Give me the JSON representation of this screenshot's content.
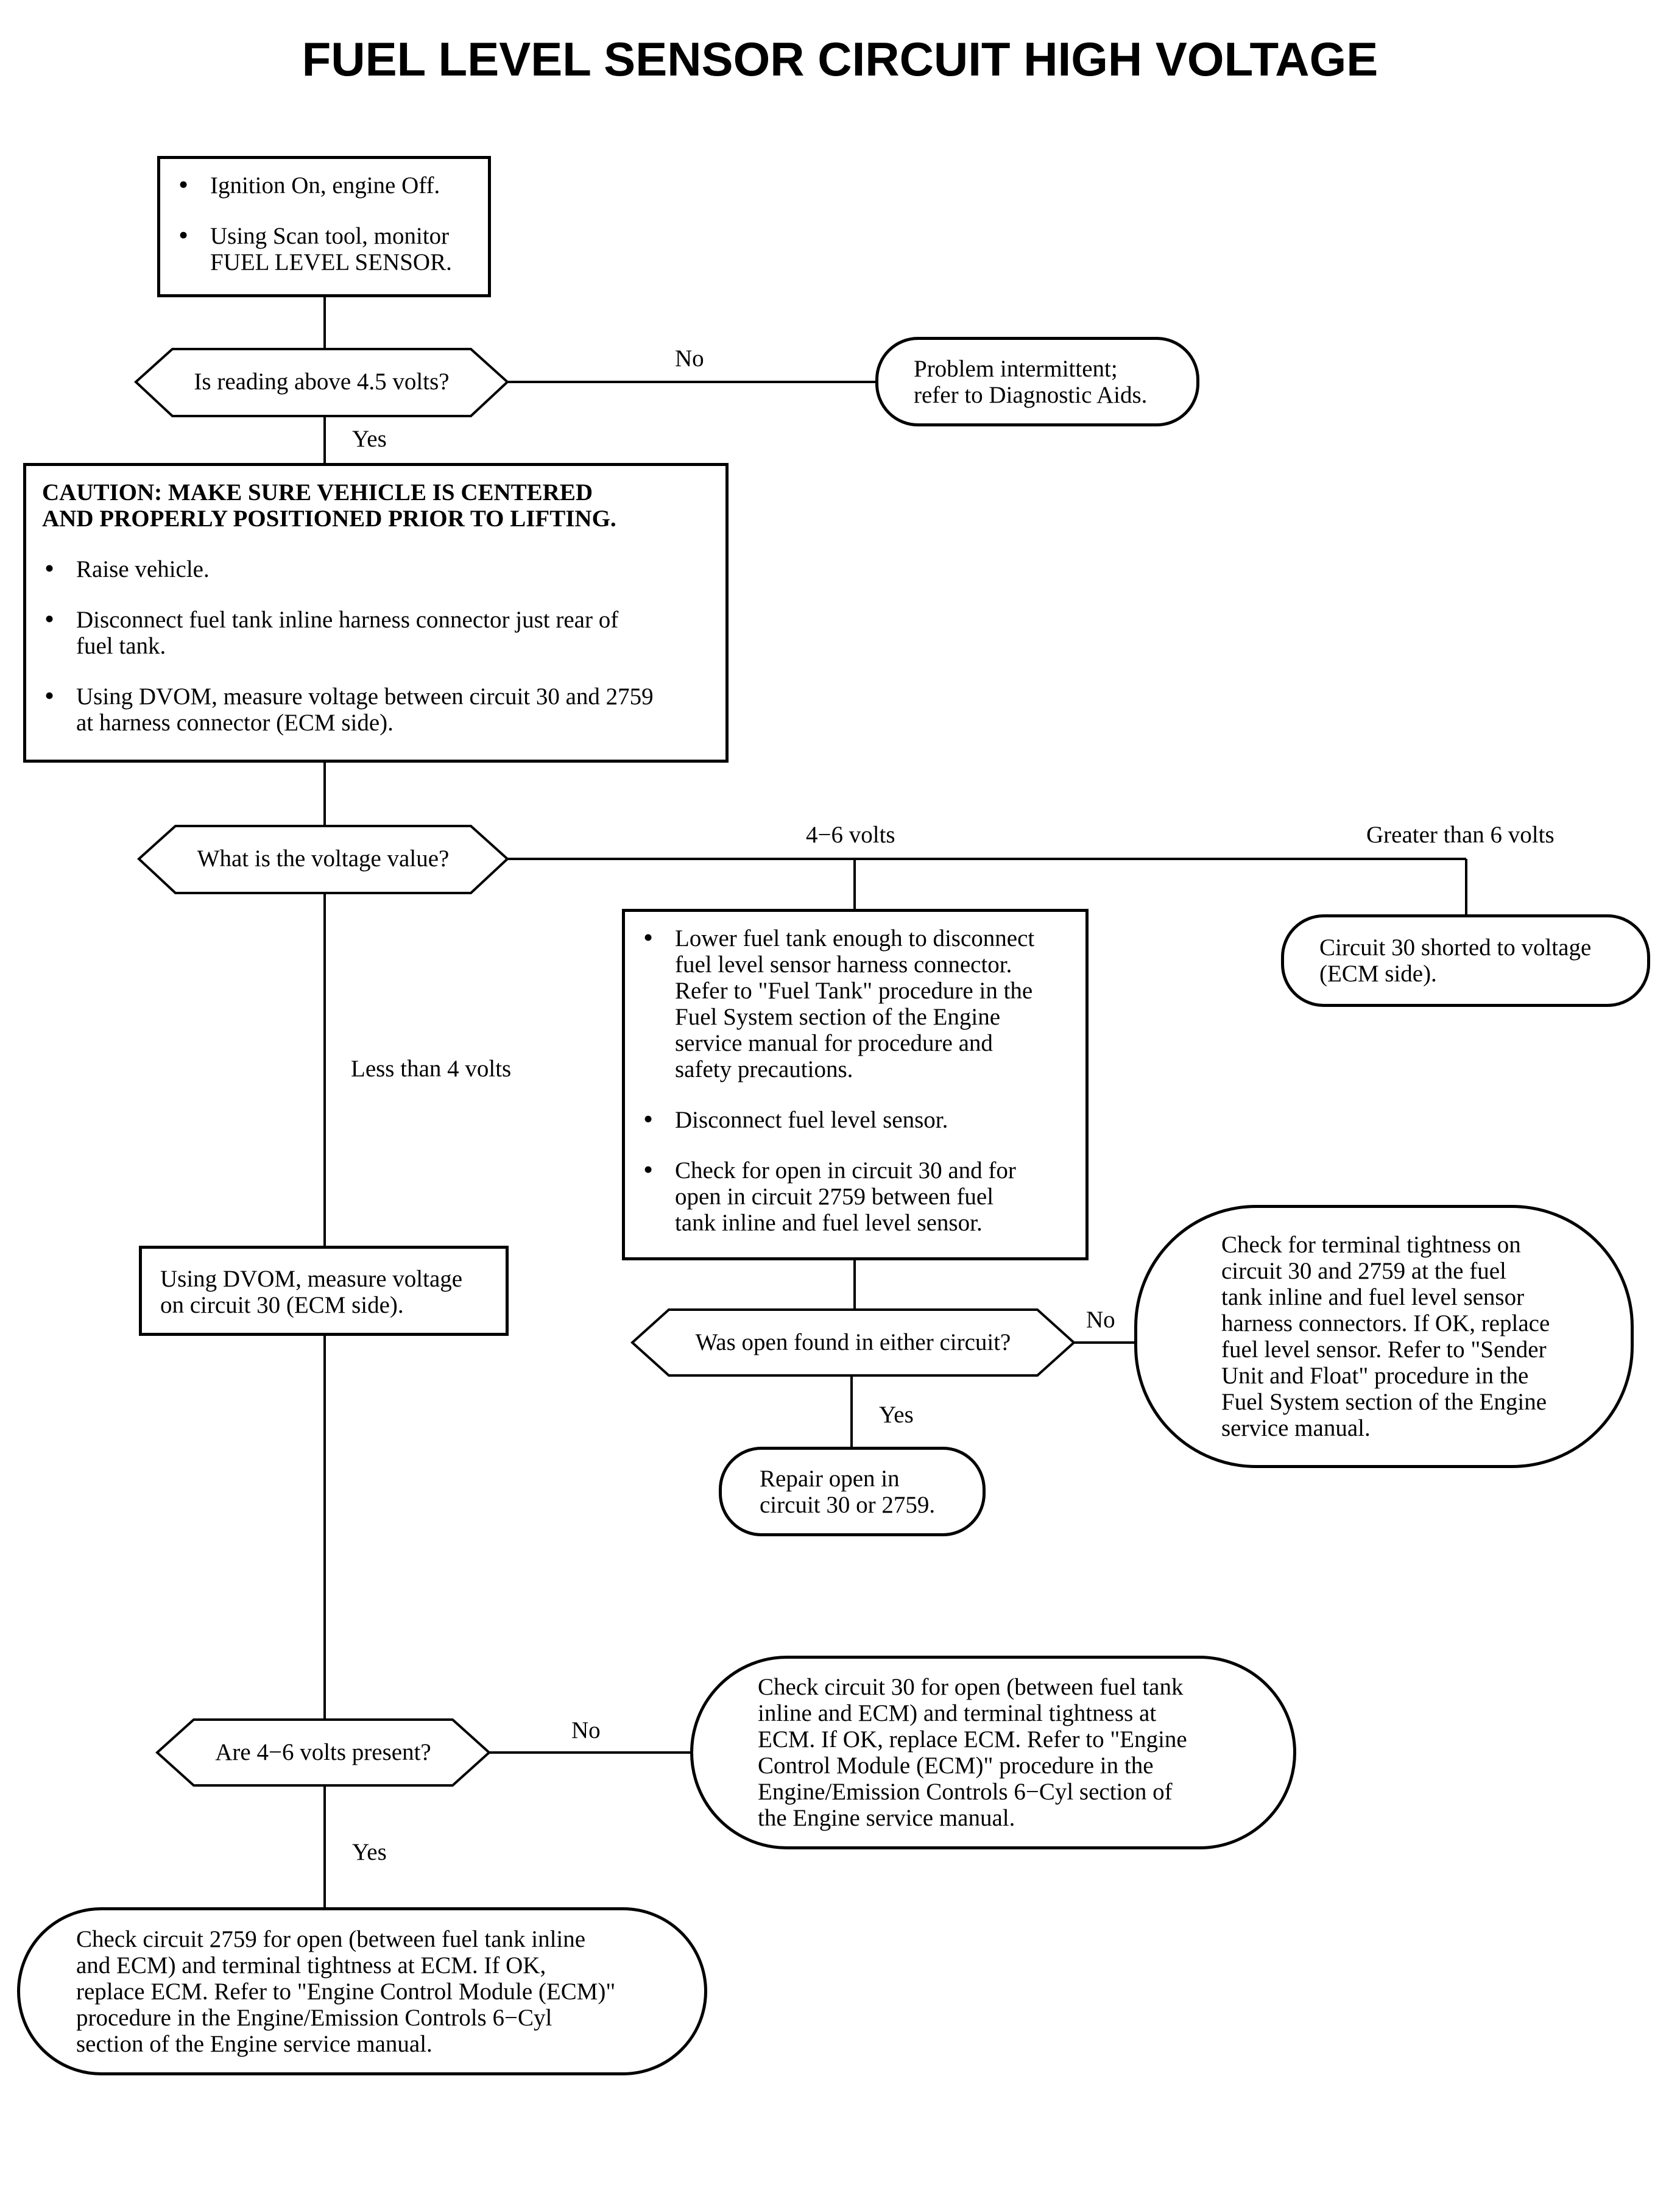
{
  "title": "FUEL LEVEL SENSOR CIRCUIT HIGH VOLTAGE",
  "step1": {
    "bullets": [
      "Ignition On, engine Off.",
      "Using Scan tool, monitor\nFUEL LEVEL SENSOR."
    ]
  },
  "decision1": {
    "question": "Is reading above 4.5 volts?",
    "no_label": "No",
    "yes_label": "Yes",
    "no_result": "Problem intermittent;\nrefer to Diagnostic Aids."
  },
  "step2": {
    "caution": "CAUTION:  MAKE SURE VEHICLE IS CENTERED\nAND PROPERLY POSITIONED PRIOR TO LIFTING.",
    "bullets": [
      "Raise vehicle.",
      "Disconnect fuel tank inline harness connector just rear of\nfuel tank.",
      "Using DVOM, measure voltage between circuit 30 and 2759\nat harness connector (ECM side)."
    ]
  },
  "decision2": {
    "question": "What is the voltage value?",
    "label_mid": "4−6 volts",
    "label_high": "Greater than 6 volts",
    "label_low": "Less than 4 volts",
    "high_result": "Circuit 30 shorted to voltage\n(ECM side)."
  },
  "step3": {
    "bullets": [
      "Lower fuel tank enough to disconnect\nfuel level sensor harness connector.\nRefer to \"Fuel Tank\" procedure in the\nFuel System section of the Engine\nservice manual for procedure and\nsafety precautions.",
      "Disconnect fuel level sensor.",
      "Check for open in circuit 30 and for\nopen in circuit 2759 between fuel\ntank inline and fuel level sensor."
    ]
  },
  "decision3": {
    "question": "Was open found in either circuit?",
    "no_label": "No",
    "yes_label": "Yes",
    "no_result": "Check for terminal tightness on\ncircuit 30 and 2759 at the fuel\ntank inline and fuel level sensor\nharness connectors. If OK, replace\nfuel level sensor. Refer to \"Sender\nUnit and Float\" procedure in the\nFuel System section of the Engine\nservice manual.",
    "yes_result": "Repair open in\ncircuit 30 or 2759."
  },
  "step4": {
    "text": "Using DVOM, measure voltage\non circuit 30 (ECM side)."
  },
  "decision4": {
    "question": "Are 4−6 volts present?",
    "no_label": "No",
    "yes_label": "Yes",
    "no_result": "Check circuit 30 for open (between fuel tank\ninline and ECM) and terminal tightness at\nECM. If OK, replace ECM. Refer to \"Engine\nControl Module (ECM)\" procedure in the\nEngine/Emission Controls 6−Cyl section of\nthe Engine service manual.",
    "yes_result": "Check circuit 2759 for open (between fuel tank inline\nand ECM) and terminal tightness at ECM. If OK,\nreplace ECM. Refer to \"Engine Control Module (ECM)\"\nprocedure in the Engine/Emission Controls 6−Cyl\nsection of the Engine service manual."
  }
}
